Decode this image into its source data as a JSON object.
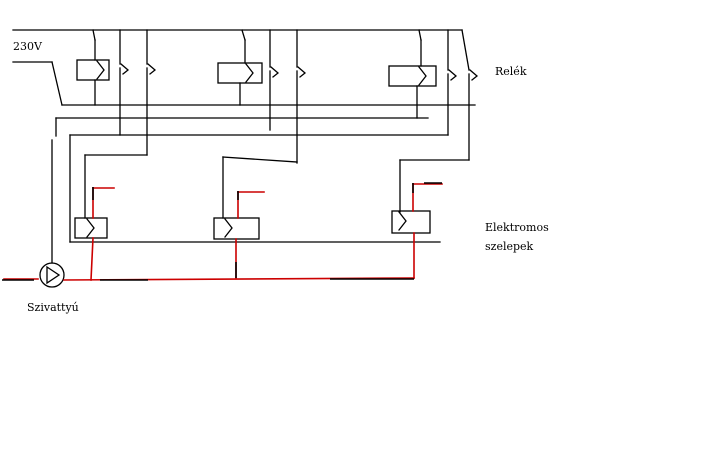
{
  "labels": {
    "voltage": "230V",
    "relays": "Relék",
    "valves_line1": "Elektromos",
    "valves_line2": "szelepek",
    "pump": "Szivattyú"
  },
  "colors": {
    "wire": "#000000",
    "pipe": "#cc0000",
    "background": "#ffffff"
  }
}
